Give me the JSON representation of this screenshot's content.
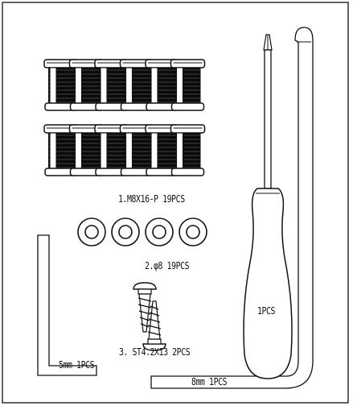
{
  "labels": {
    "screws": "1.M8X16-P  19PCS",
    "washers": "2.φ8  19PCS",
    "wood_screws": "3. ST4.2X13  2PCS",
    "hex_key_5mm": "5mm  1PCS",
    "hex_key_8mm": "8mm  1PCS",
    "screwdriver": "1PCS"
  },
  "parts": {
    "screw_rows": 2,
    "screws_per_row": 6,
    "washer_count": 4,
    "wood_screw_count": 2
  },
  "colors": {
    "line": "#111111",
    "thread": "#0a0a0a",
    "background": "#ffffff"
  }
}
